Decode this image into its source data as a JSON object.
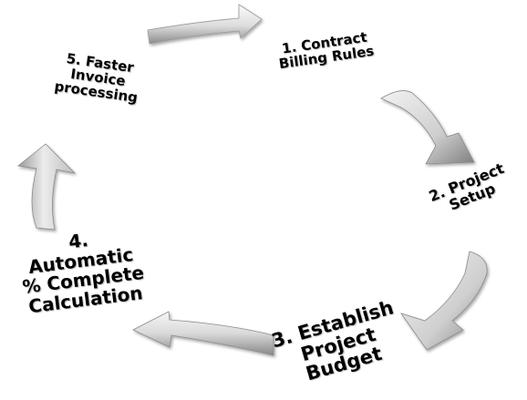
{
  "diagram": {
    "steps": [
      {
        "id": "step-1",
        "label": "1. Contract\nBilling Rules"
      },
      {
        "id": "step-2",
        "label": "2. Project\nSetup"
      },
      {
        "id": "step-3",
        "label": "3. Establish\nProject\nBudget"
      },
      {
        "id": "step-4",
        "label": "4.\nAutomatic\n% Complete\nCalculation"
      },
      {
        "id": "step-5",
        "label": "5. Faster\nInvoice\nprocessing"
      }
    ],
    "colors": {
      "arrow_light": "#f4f4f4",
      "arrow_mid": "#d7d7d7",
      "arrow_dark": "#8a8a8a",
      "text": "#000000",
      "background": "#ffffff"
    }
  }
}
